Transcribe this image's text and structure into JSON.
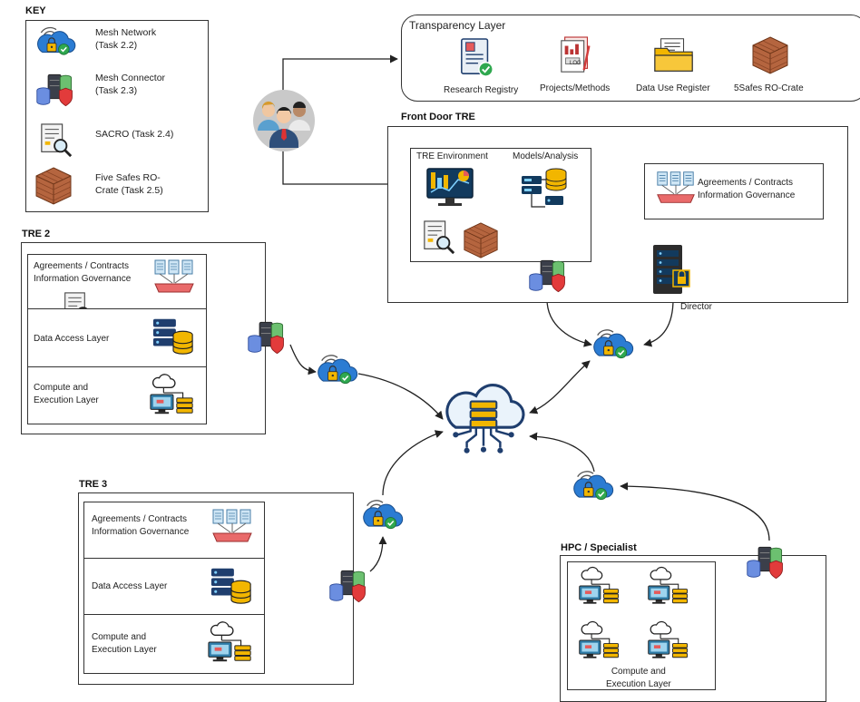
{
  "key": {
    "title": "KEY",
    "items": [
      {
        "label": "Mesh Network\n(Task 2.2)",
        "icon": "mesh-network-icon"
      },
      {
        "label": "Mesh Connector\n(Task 2.3)",
        "icon": "mesh-connector-icon"
      },
      {
        "label": "SACRO (Task 2.4)",
        "icon": "sacro-icon"
      },
      {
        "label": "Five Safes RO-\nCrate  (Task 2.5)",
        "icon": "ro-crate-icon"
      }
    ]
  },
  "transparency": {
    "title": "Transparency Layer",
    "items": [
      "Research Registry",
      "Projects/Methods",
      "Data Use Register",
      "5Safes RO-Crate"
    ],
    "log_text": "LOG"
  },
  "front_door": {
    "title": "Front Door TRE",
    "tre_env": "TRE Environment",
    "models": "Models/Analysis",
    "agreements": "Agreements / Contracts\nInformation Governance",
    "director": "Director"
  },
  "tre2": {
    "title": "TRE 2",
    "layers": [
      "Agreements / Contracts\nInformation Governance",
      "Data Access Layer",
      "Compute and\nExecution Layer"
    ]
  },
  "tre3": {
    "title": "TRE 3",
    "layers": [
      "Agreements / Contracts\nInformation Governance",
      "Data Access Layer",
      "Compute and\nExecution Layer"
    ]
  },
  "hpc": {
    "title": "HPC / Specialist",
    "compute": "Compute and\nExecution Layer"
  },
  "colors": {
    "cloud_blue": "#2b7cd3",
    "lock_gold": "#f2b600",
    "check_green": "#2fa84f",
    "crate_brown": "#b5653f",
    "server_navy": "#1f3e6e"
  }
}
